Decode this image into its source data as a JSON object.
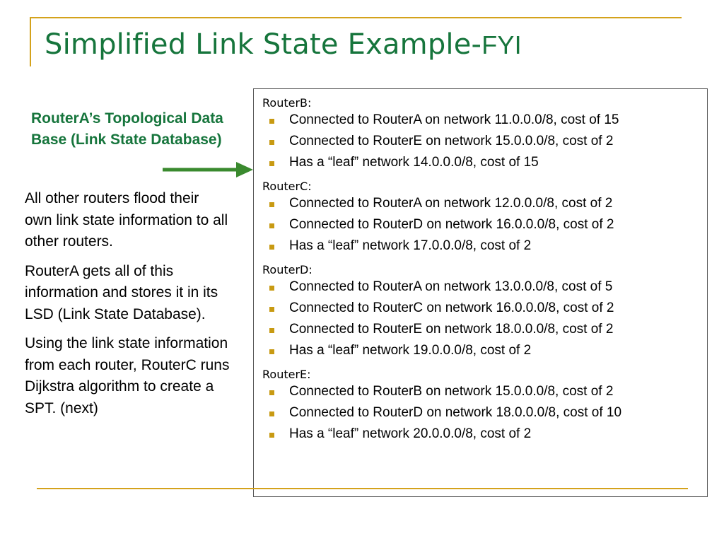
{
  "slide": {
    "title_main": "Simplified Link State Example-",
    "title_suffix": "FYI",
    "accent_color": "#d4a21c",
    "title_color": "#16753c",
    "bullet_color": "#c89a12"
  },
  "left": {
    "heading": "RouterA’s Topological Data Base (Link State Database)",
    "paragraphs": [
      "All other routers flood their own link state information to all other routers.",
      "RouterA gets all of this information and stores it in its LSD (Link State Database).",
      "Using the link state information from each router, RouterC runs Dijkstra algorithm to create a SPT. (next)"
    ],
    "arrow_icon": "right-arrow-icon"
  },
  "lsd": {
    "routers": [
      {
        "name": "RouterB:",
        "entries": [
          "Connected to RouterA on network 11.0.0.0/8, cost of 15",
          "Connected to RouterE on network 15.0.0.0/8, cost of 2",
          "Has a “leaf” network 14.0.0.0/8, cost of 15"
        ]
      },
      {
        "name": "RouterC:",
        "entries": [
          "Connected to RouterA on network 12.0.0.0/8, cost of 2",
          "Connected to RouterD on network 16.0.0.0/8, cost of 2",
          "Has a “leaf” network 17.0.0.0/8, cost of 2"
        ]
      },
      {
        "name": "RouterD:",
        "entries": [
          "Connected to RouterA on network 13.0.0.0/8, cost of 5",
          "Connected to RouterC on network 16.0.0.0/8, cost of 2",
          "Connected to RouterE on network 18.0.0.0/8, cost of 2",
          "Has a “leaf” network 19.0.0.0/8, cost of 2"
        ]
      },
      {
        "name": "RouterE:",
        "entries": [
          "Connected to RouterB on network 15.0.0.0/8, cost of 2",
          "Connected to RouterD on network 18.0.0.0/8, cost of 10",
          "Has a “leaf” network 20.0.0.0/8, cost of 2"
        ]
      }
    ]
  }
}
